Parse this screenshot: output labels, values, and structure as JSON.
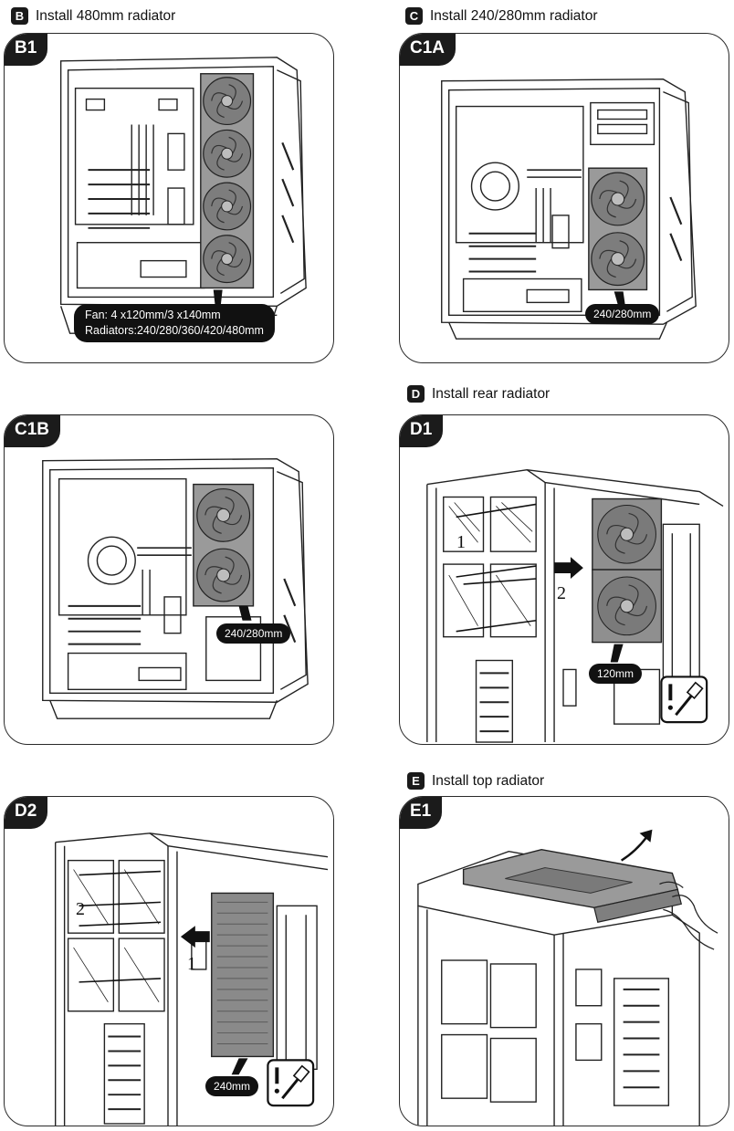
{
  "sections": {
    "B": {
      "letter": "B",
      "title": "Install 480mm radiator"
    },
    "C": {
      "letter": "C",
      "title": "Install 240/280mm radiator"
    },
    "D": {
      "letter": "D",
      "title": "Install  rear radiator"
    },
    "E": {
      "letter": "E",
      "title": "Install top radiator"
    }
  },
  "panels": {
    "B1": {
      "tag": "B1",
      "callout_line1": "Fan: 4 x120mm/3 x140mm",
      "callout_line2": "Radiators:240/280/360/420/480mm"
    },
    "C1A": {
      "tag": "C1A",
      "callout": "240/280mm"
    },
    "C1B": {
      "tag": "C1B",
      "callout": "240/280mm"
    },
    "D1": {
      "tag": "D1",
      "callout": "120mm",
      "step1": "1",
      "step2": "2"
    },
    "D2": {
      "tag": "D2",
      "callout": "240mm",
      "step1": "1",
      "step2": "2"
    },
    "E1": {
      "tag": "E1"
    }
  },
  "icons": {
    "caution": "caution-screwdriver-icon",
    "arrow": "arrow-icon",
    "fan": "fan-icon"
  },
  "colors": {
    "ink": "#111111",
    "fan_fill": "#8a8a8a",
    "panel_border": "#2a2a2a"
  }
}
